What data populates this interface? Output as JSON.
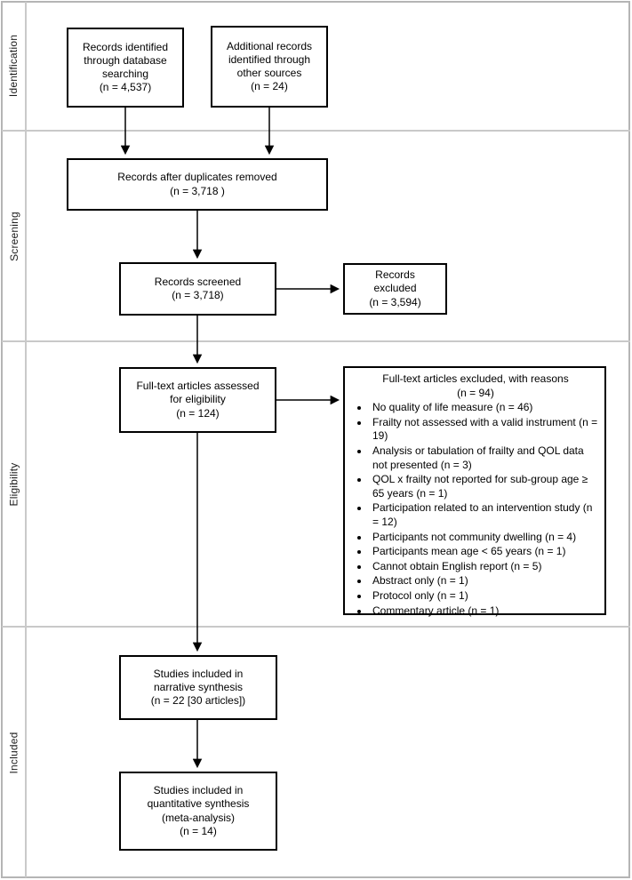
{
  "frame": {
    "stages": [
      {
        "label": "Identification"
      },
      {
        "label": "Screening"
      },
      {
        "label": "Eligibility"
      },
      {
        "label": "Included"
      }
    ]
  },
  "boxes": {
    "database_records": {
      "text": "Records identified\nthrough database\nsearching\n(n = 4,537)"
    },
    "other_sources": {
      "text": "Additional records\nidentified through\nother sources\n(n = 24)"
    },
    "after_duplicates": {
      "text": "Records after duplicates removed\n(n = 3,718 )"
    },
    "screened": {
      "text": "Records screened\n(n = 3,718)"
    },
    "records_excluded": {
      "text": "Records\nexcluded\n(n = 3,594)"
    },
    "fulltext_assessed": {
      "text": "Full-text articles assessed\nfor eligibility\n(n = 124)"
    },
    "fulltext_excluded": {
      "title": "Full-text articles excluded, with reasons\n(n = 94)",
      "reasons": [
        "No quality of life measure (n = 46)",
        "Frailty not assessed with a valid instrument (n = 19)",
        "Analysis or tabulation of frailty and QOL data not presented (n = 3)",
        "QOL x frailty not reported for sub-group age ≥ 65 years (n = 1)",
        "Participation related to an intervention study (n = 12)",
        "Participants not community dwelling (n = 4)",
        "Participants mean age < 65 years (n = 1)",
        "Cannot obtain English report (n = 5)",
        "Abstract only (n = 1)",
        "Protocol only (n = 1)",
        "Commentary article (n = 1)"
      ]
    },
    "narrative_synthesis": {
      "text": "Studies included in\nnarrative synthesis\n(n = 22 [30 articles])"
    },
    "quantitative_synthesis": {
      "text": "Studies included in\nquantitative synthesis\n(meta-analysis)\n(n = 14)"
    }
  },
  "colors": {
    "box_border": "#000000",
    "frame_line": "#c9c9c9",
    "text": "#000000"
  }
}
